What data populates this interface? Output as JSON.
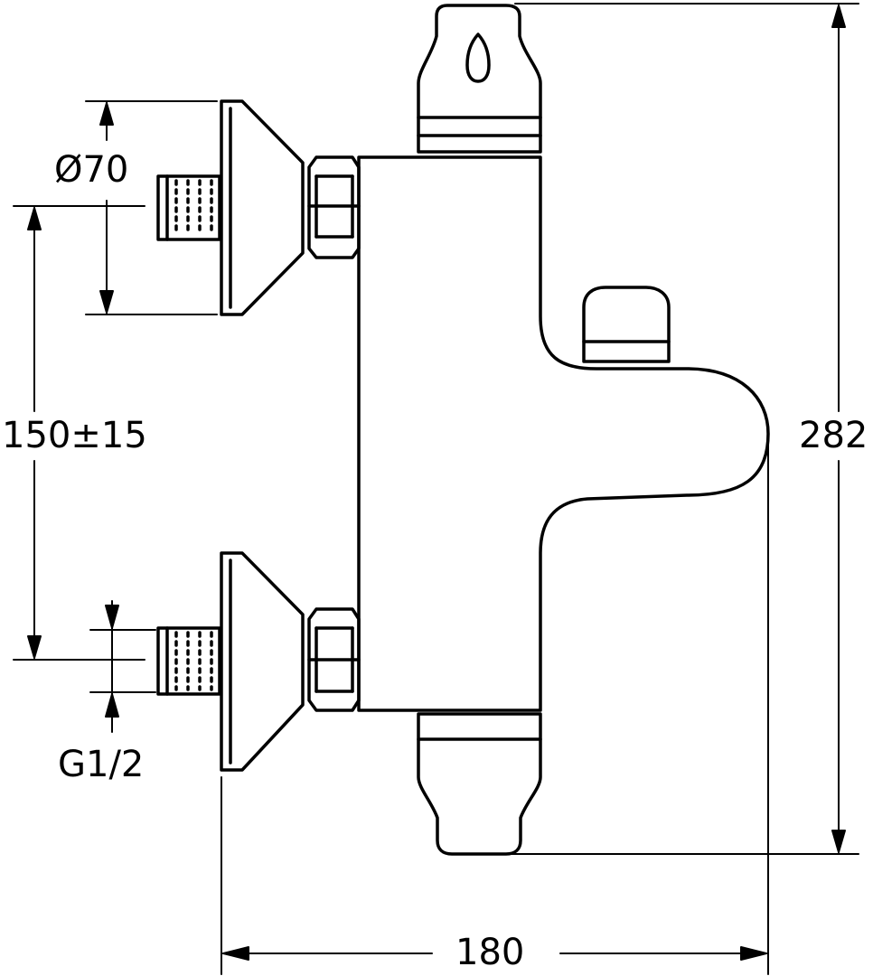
{
  "drawing": {
    "stroke_color": "#000000",
    "background_color": "#ffffff",
    "dimensions": {
      "flange_diameter": "Ø70",
      "inlet_spacing": "150±15",
      "total_height": "282",
      "connection_thread": "G1/2",
      "total_depth": "180"
    }
  }
}
